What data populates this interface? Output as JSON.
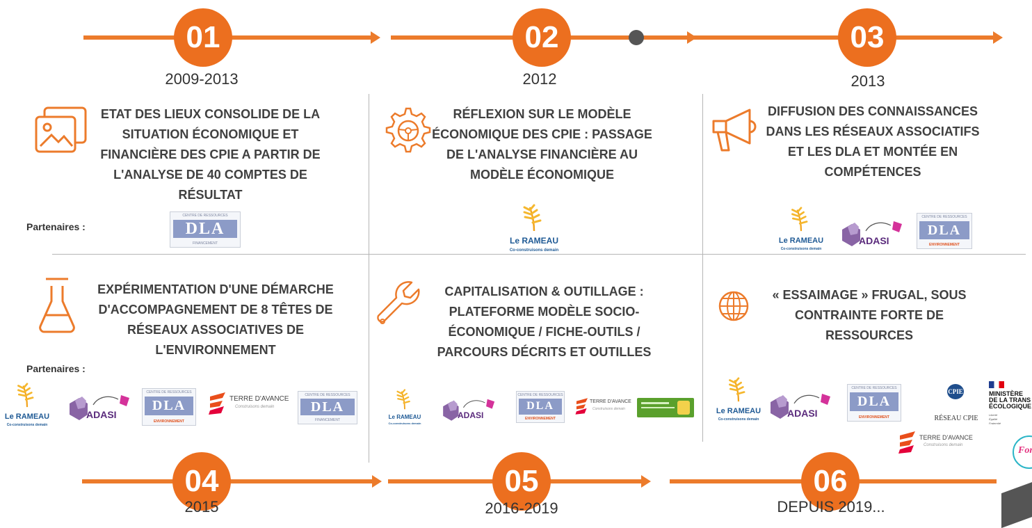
{
  "steps": [
    {
      "number": "01",
      "year": "2009-2013",
      "text": "ETAT DES LIEUX CONSOLIDE DE LA SITUATION ÉCONOMIQUE ET FINANCIÈRE DES CPIE A PARTIR DE L'ANALYSE DE 40 COMPTES DE RÉSULTAT",
      "partners_label": "Partenaires :"
    },
    {
      "number": "02",
      "year": "2012",
      "text": "RÉFLEXION SUR LE MODÈLE ÉCONOMIQUE DES CPIE : PASSAGE DE L'ANALYSE FINANCIÈRE AU MODÈLE ÉCONOMIQUE"
    },
    {
      "number": "03",
      "year": "2013",
      "text": "DIFFUSION DES CONNAISSANCES DANS LES RÉSEAUX ASSOCIATIFS ET LES DLA ET MONTÉE EN COMPÉTENCES"
    },
    {
      "number": "04",
      "year": "2015",
      "text": "EXPÉRIMENTATION D'UNE DÉMARCHE D'ACCOMPAGNEMENT DE 8 TÊTES DE RÉSEAUX ASSOCIATIVES DE L'ENVIRONNEMENT",
      "partners_label": "Partenaires :"
    },
    {
      "number": "05",
      "year": "2016-2019",
      "text": "CAPITALISATION & OUTILLAGE : PLATEFORME MODÈLE SOCIO-ÉCONOMIQUE / FICHE-OUTILS / PARCOURS DÉCRITS ET OUTILLES"
    },
    {
      "number": "06",
      "year": "DEPUIS 2019...",
      "text": "« ESSAIMAGE » FRUGAL, SOUS CONTRAINTE FORTE DE RESSOURCES"
    }
  ],
  "logos": {
    "dla_top": "CENTRE DE RESSOURCES",
    "dla_main": "DLA",
    "dla_fin": "FINANCEMENT",
    "dla_env": "ENVIRONNEMENT",
    "rameau_name": "Le RAMEAU",
    "rameau_sub": "Co-construisons demain",
    "adasi": "ADASI",
    "terre": "TERRE D'AVANCE",
    "terre_sub": "Construisons demain",
    "reseau_cpie": "RÉSEAU CPIE",
    "cpie_mark": "CPIE",
    "ministere_1": "MINISTÈRE",
    "ministere_2": "DE LA TRANS",
    "ministere_3": "ÉCOLOGIQUE",
    "ministere_motto": "Liberté Égalité Fraternité",
    "fonda": "Fonda"
  },
  "colors": {
    "accent": "#ec7b2b",
    "circle": "#ec6f1f",
    "text": "#404040",
    "divider": "#b5b5b5",
    "rameau": "#1f5a95",
    "adasi": "#5a2a7c",
    "dla": "#8c9bc7"
  },
  "icons": [
    "image-icon",
    "gear-icon",
    "megaphone-icon",
    "flask-icon",
    "wrench-icon",
    "globe-icon"
  ]
}
